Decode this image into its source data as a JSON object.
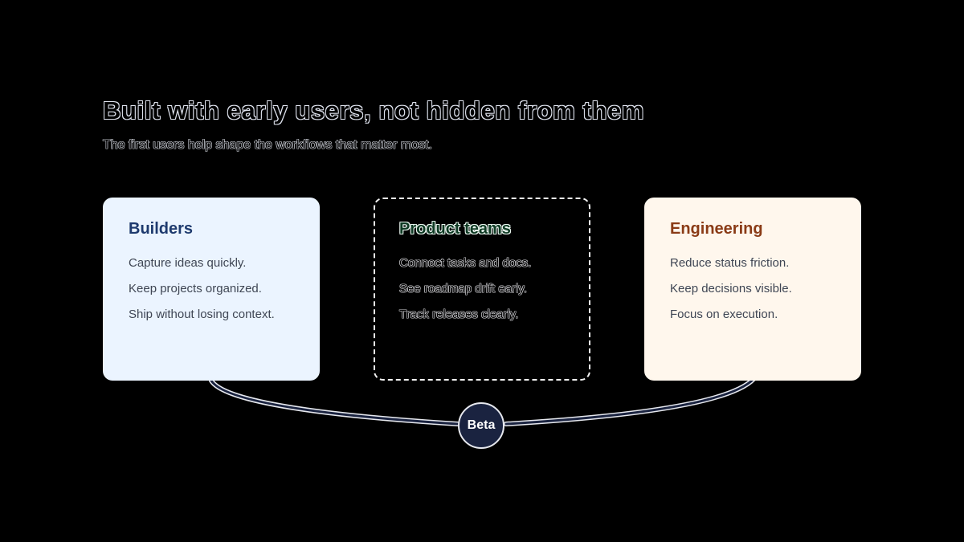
{
  "slide": {
    "title": "Built with early users, not hidden from them",
    "subtitle": "The first users help shape the workflows that matter most."
  },
  "cards": [
    {
      "title": "Builders",
      "lines": [
        "Capture ideas quickly.",
        "Keep projects organized.",
        "Ship without losing context."
      ]
    },
    {
      "title": "Product teams",
      "lines": [
        "Connect tasks and docs.",
        "See roadmap drift early.",
        "Track releases clearly."
      ]
    },
    {
      "title": "Engineering",
      "lines": [
        "Reduce status friction.",
        "Keep decisions visible.",
        "Focus on execution."
      ]
    }
  ],
  "badge": {
    "label": "Beta"
  },
  "colors": {
    "background": "#000000",
    "builders_card": "#ebf4ff",
    "builders_title": "#1e3a6e",
    "product_title": "#0f3a24",
    "engineering_card": "#fff7ed",
    "engineering_title": "#8a3b16",
    "badge_fill": "#1a2340",
    "connector": "#1a2340"
  }
}
